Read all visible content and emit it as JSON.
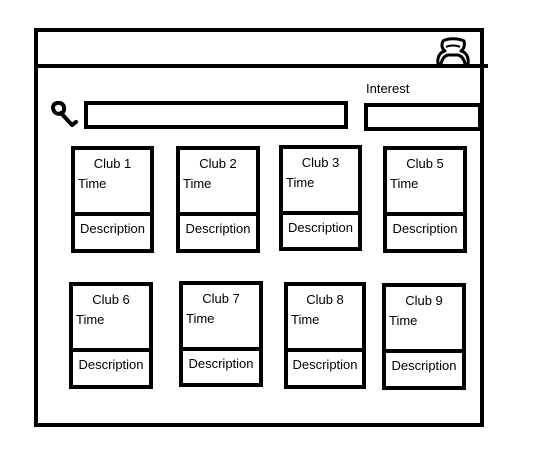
{
  "search": {
    "placeholder": ""
  },
  "filters": {
    "interest_label": "Interest",
    "interest_value": ""
  },
  "clubs": [
    {
      "name": "Club 1",
      "time": "Time",
      "description": "Description"
    },
    {
      "name": "Club 2",
      "time": "Time",
      "description": "Description"
    },
    {
      "name": "Club 3",
      "time": "Time",
      "description": "Description"
    },
    {
      "name": "Club 5",
      "time": "Time",
      "description": "Description"
    },
    {
      "name": "Club 6",
      "time": "Time",
      "description": "Description"
    },
    {
      "name": "Club 7",
      "time": "Time",
      "description": "Description"
    },
    {
      "name": "Club 8",
      "time": "Time",
      "description": "Description"
    },
    {
      "name": "Club 9",
      "time": "Time",
      "description": "Description"
    }
  ],
  "icons": {
    "search": "search-icon",
    "avatar": "user-avatar-icon"
  }
}
